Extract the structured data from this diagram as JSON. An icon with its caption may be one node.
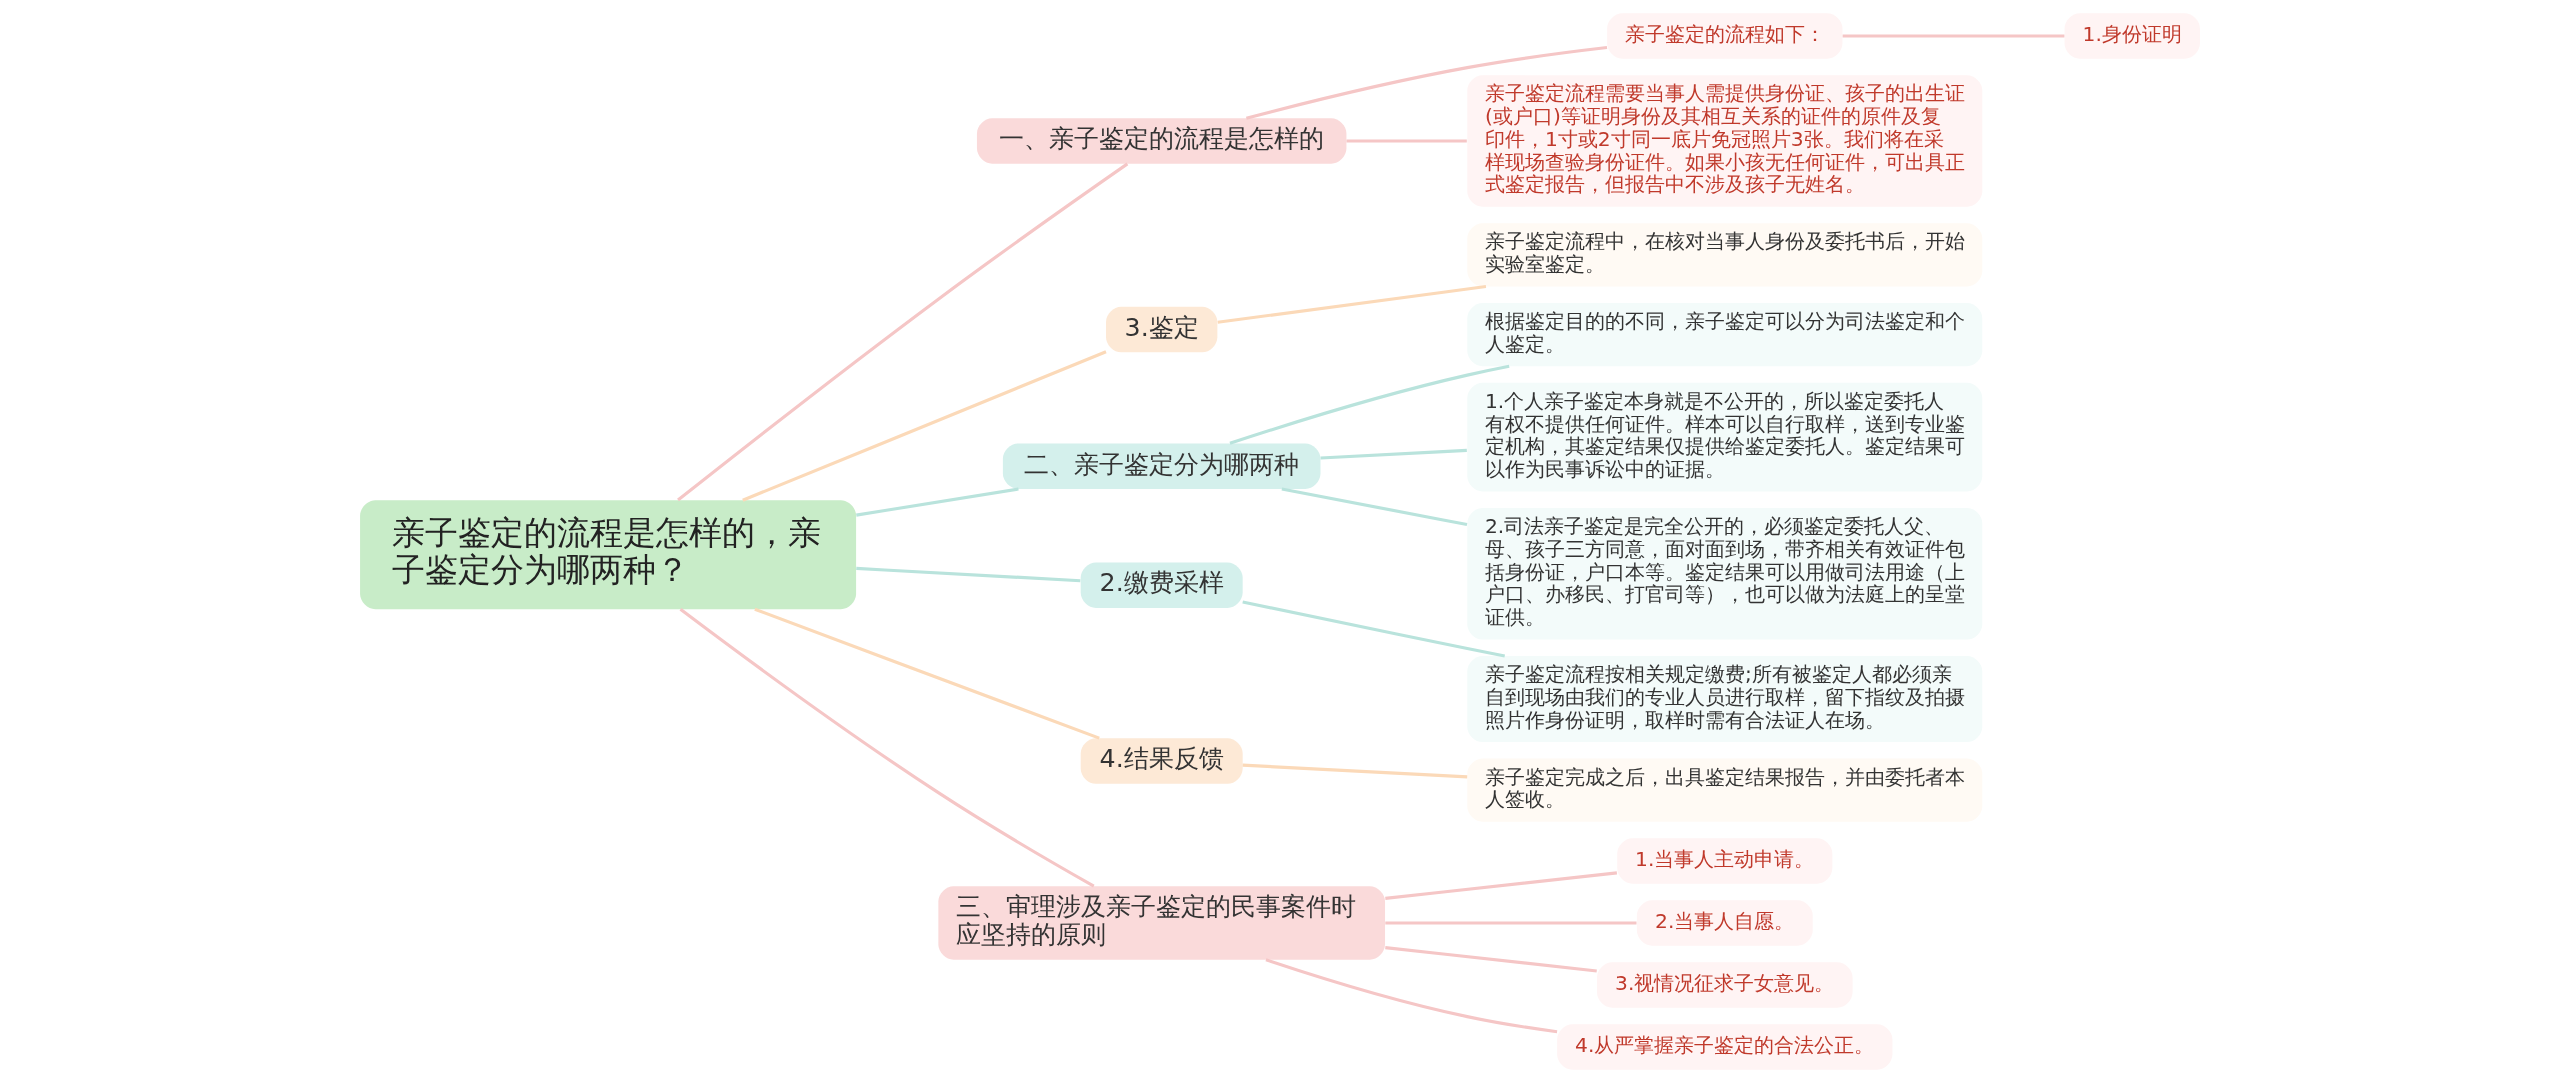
{
  "diagram": {
    "nodes": [
      {
        "text": [
          "亲子鉴定的流程是怎样的，亲子鉴定分为哪两种？"
        ]
      },
      {
        "text": [
          "一、亲子鉴定的流程是怎样的"
        ]
      },
      {
        "text": [
          "亲子鉴定的流程如下："
        ]
      },
      {
        "text": [
          "1.身份证明"
        ]
      },
      {
        "text": [
          "亲子鉴定流程需要当事人需提供身份证、孩子的出生证(或户口)等证明身份及其相互关系的证件的原件及复印件，1寸或2寸同一底片免冠照片3张。我们将在采样现场查验身份证件。如果小孩无任何证件，可出具正式鉴定报告，但报告中不涉及孩子无姓名。"
        ]
      },
      {
        "text": [
          "3.鉴定"
        ]
      },
      {
        "text": [
          "亲子鉴定流程中，在核对当事人身份及委托书后，开始实验室鉴定。"
        ]
      },
      {
        "text": [
          "二、亲子鉴定分为哪两种"
        ]
      },
      {
        "text": [
          "根据鉴定目的的不同，亲子鉴定可以分为司法鉴定和个人鉴定。"
        ]
      },
      {
        "text": [
          "1.个人亲子鉴定本身就是不公开的，所以鉴定委托人有权不提供任何证件。样本可以自行取样，送到专业鉴定机构，其鉴定结果仅提供给鉴定委托人。鉴定结果可以作为民事诉讼中的证据。"
        ]
      },
      {
        "text": [
          "2.司法亲子鉴定是完全公开的，必须鉴定委托人父、母、孩子三方同意，面对面到场，带齐相关有效证件包括身份证，户口本等。鉴定结果可以用做司法用途（上户口、办移民、打官司等），也可以做为法庭上的呈堂证供。"
        ]
      },
      {
        "text": [
          "2.缴费采样"
        ]
      },
      {
        "text": [
          "亲子鉴定流程按相关规定缴费;所有被鉴定人都必须亲自到现场由我们的专业人员进行取样，留下指纹及拍摄照片作身份证明，取样时需有合法证人在场。"
        ]
      },
      {
        "text": [
          "4.结果反馈"
        ]
      },
      {
        "text": [
          "亲子鉴定完成之后，出具鉴定结果报告，并由委托者本人签收。"
        ]
      },
      {
        "text": [
          "三、审理涉及亲子鉴定的民事案件时应坚持的原则"
        ]
      },
      {
        "text": [
          "1.当事人主动申请。"
        ]
      },
      {
        "text": [
          "2.当事人自愿。"
        ]
      },
      {
        "text": [
          "3.视情况征求子女意见。"
        ]
      },
      {
        "text": [
          "4.从严掌握亲子鉴定的合法公正。"
        ]
      }
    ],
    "edges": [
      {
        "from": 0,
        "to": 1,
        "arrow": "none"
      },
      {
        "from": 1,
        "to": 2,
        "arrow": "none"
      },
      {
        "from": 2,
        "to": 3,
        "arrow": "none"
      },
      {
        "from": 1,
        "to": 4,
        "arrow": "none"
      },
      {
        "from": 0,
        "to": 5,
        "arrow": "none",
        "color": "#fbd9b8"
      },
      {
        "from": 5,
        "to": 6,
        "arrow": "none",
        "color": "#fbd9b8"
      },
      {
        "from": 0,
        "to": 7,
        "arrow": "none",
        "color": "#b9e3dc"
      },
      {
        "from": 7,
        "to": 8,
        "arrow": "none",
        "color": "#b9e3dc"
      },
      {
        "from": 7,
        "to": 9,
        "arrow": "none",
        "color": "#b9e3dc"
      },
      {
        "from": 7,
        "to": 10,
        "arrow": "none",
        "color": "#b9e3dc"
      },
      {
        "from": 0,
        "to": 11,
        "arrow": "none",
        "color": "#b9e3dc"
      },
      {
        "from": 11,
        "to": 12,
        "arrow": "none",
        "color": "#b9e3dc"
      },
      {
        "from": 0,
        "to": 13,
        "arrow": "none",
        "color": "#fbd9b8"
      },
      {
        "from": 13,
        "to": 14,
        "arrow": "none",
        "color": "#fbd9b8"
      },
      {
        "from": 0,
        "to": 15,
        "arrow": "none"
      },
      {
        "from": 15,
        "to": 16,
        "arrow": "none"
      },
      {
        "from": 15,
        "to": 17,
        "arrow": "none"
      },
      {
        "from": 15,
        "to": 18,
        "arrow": "none"
      },
      {
        "from": 15,
        "to": 19,
        "arrow": "none"
      }
    ]
  }
}
